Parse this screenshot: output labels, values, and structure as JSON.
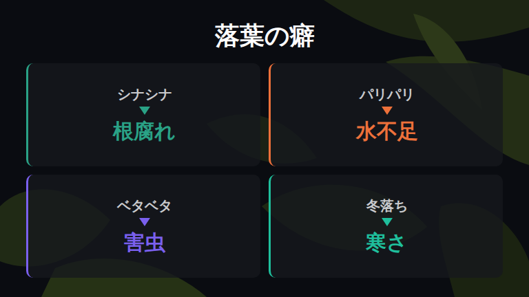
{
  "diagram": {
    "title": "落葉の癖",
    "nodes": [
      {
        "text": [
          "シナシナ",
          "根腐れ"
        ]
      },
      {
        "text": [
          "パリパリ",
          "水不足"
        ]
      },
      {
        "text": [
          "ベタベタ",
          "害虫"
        ]
      },
      {
        "text": [
          "冬落ち",
          "寒さ"
        ]
      }
    ]
  }
}
